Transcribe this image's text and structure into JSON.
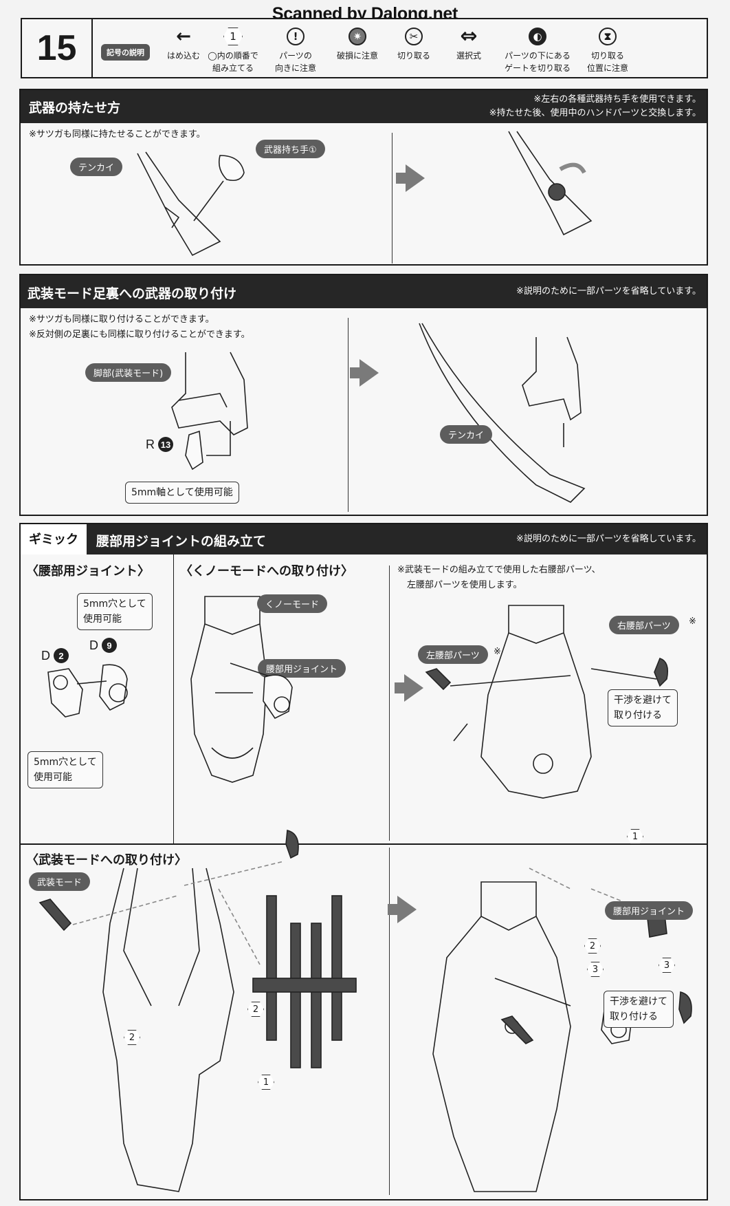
{
  "watermark": "Scanned by Dalong.net",
  "header": {
    "step_number": "15",
    "legend_title": "記号の説明",
    "legend": [
      {
        "icon": "insert-arrow-icon",
        "glyph": "←",
        "line1": "はめ込む",
        "line2": ""
      },
      {
        "icon": "step-order-hexagon-icon",
        "glyph": "1",
        "line1": "◯内の順番で",
        "line2": "組み立てる"
      },
      {
        "icon": "orientation-caution-icon",
        "glyph": "!",
        "line1": "パーツの",
        "line2": "向きに注意"
      },
      {
        "icon": "breakage-caution-icon",
        "glyph": "✷",
        "line1": "破損に注意",
        "line2": ""
      },
      {
        "icon": "cut-off-icon",
        "glyph": "✂",
        "line1": "切り取る",
        "line2": ""
      },
      {
        "icon": "selectable-icon",
        "glyph": "⇔",
        "line1": "選択式",
        "line2": ""
      },
      {
        "icon": "cut-gate-under-part-icon",
        "glyph": "◐",
        "line1": "パーツの下にある",
        "line2": "ゲートを切り取る"
      },
      {
        "icon": "cut-position-caution-icon",
        "glyph": "⧗",
        "line1": "切り取る",
        "line2": "位置に注意"
      }
    ]
  },
  "section1": {
    "title": "武器の持たせ方",
    "notes_right": [
      "※左右の各種武器持ち手を使用できます。",
      "※持たせた後、使用中のハンドパーツと交換します。"
    ],
    "note_left": "※サツガも同様に持たせることができます。",
    "labels": {
      "weapon": "テンカイ",
      "hand": "武器持ち手①"
    }
  },
  "section2": {
    "title": "武装モード足裏への武器の取り付け",
    "note_right": "※説明のために一部パーツを省略しています。",
    "notes_left": [
      "※サツガも同様に取り付けることができます。",
      "※反対側の足裏にも同様に取り付けることができます。"
    ],
    "labels": {
      "leg": "脚部(武装モード)",
      "part_letter": "R",
      "part_number": "13",
      "callout": "5mm軸として使用可能",
      "weapon": "テンカイ"
    }
  },
  "section3": {
    "tag": "ギミック",
    "title": "腰部用ジョイントの組み立て",
    "note_right": "※説明のために一部パーツを省略しています。",
    "joint": {
      "subtitle": "〈腰部用ジョイント〉",
      "part_a": {
        "letter": "D",
        "number": "2"
      },
      "part_b": {
        "letter": "D",
        "number": "9"
      },
      "callout_top": [
        "5mm穴として",
        "使用可能"
      ],
      "callout_bottom": [
        "5mm穴として",
        "使用可能"
      ]
    },
    "kunoichi": {
      "subtitle": "〈くノーモードへの取り付け〉",
      "mode_label": "くノーモード",
      "joint_label": "腰部用ジョイント"
    },
    "kunoichi_result": {
      "note": [
        "※武装モードの組み立てで使用した右腰部パーツ、",
        "左腰部パーツを使用します。"
      ],
      "right_label": "右腰部パーツ",
      "left_label": "左腰部パーツ",
      "asterisk": "※",
      "callout": [
        "干渉を避けて",
        "取り付ける"
      ]
    },
    "armed": {
      "subtitle": "〈武装モードへの取り付け〉",
      "mode_label": "武装モード",
      "steps": [
        "2",
        "2",
        "1"
      ],
      "result_steps": [
        "1",
        "2",
        "3",
        "3"
      ],
      "joint_label": "腰部用ジョイント",
      "callout": [
        "干渉を避けて",
        "取り付ける"
      ]
    }
  }
}
